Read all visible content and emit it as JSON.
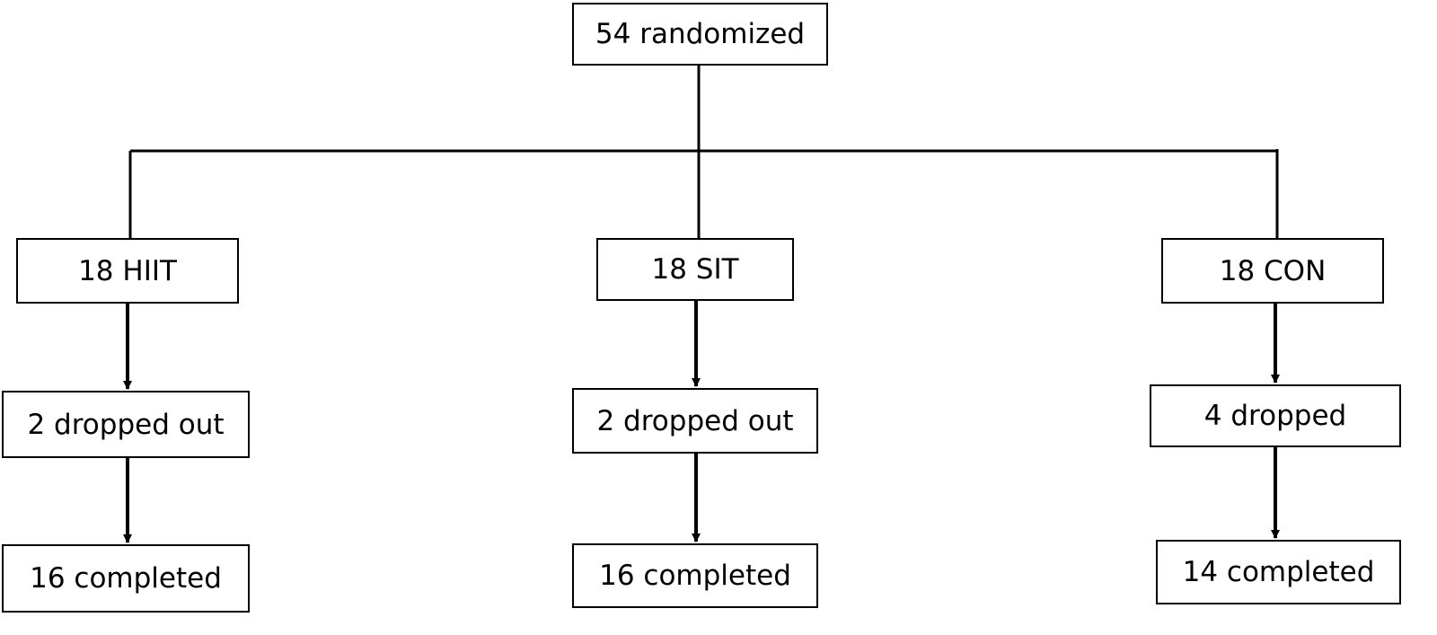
{
  "flowchart": {
    "root": "54 randomized",
    "groups": [
      {
        "arm": "18 HIIT",
        "dropped": "2 dropped out",
        "completed": "16 completed"
      },
      {
        "arm": "18 SIT",
        "dropped": "2 dropped out",
        "completed": "16 completed"
      },
      {
        "arm": "18 CON",
        "dropped": "4 dropped",
        "completed": "14 completed"
      }
    ]
  },
  "colors": {
    "line": "#000000",
    "box_border": "#000000",
    "box_fill": "#ffffff",
    "text": "#000000"
  }
}
